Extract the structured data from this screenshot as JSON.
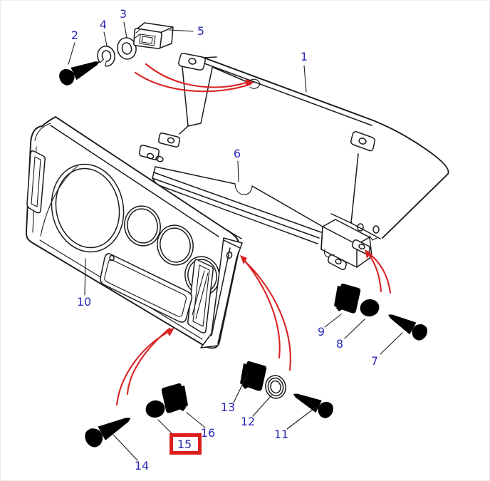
{
  "figure": {
    "type": "exploded-parts-diagram",
    "highlight": {
      "label": "15"
    }
  },
  "colors": {
    "label": "#2a2ab6",
    "ink": "#1a1a1a",
    "arrow": "#d92222",
    "highlight": "#dd1c1c",
    "paper": "#ffffff"
  },
  "labels": [
    "1",
    "2",
    "3",
    "4",
    "5",
    "6",
    "7",
    "8",
    "9",
    "10",
    "11",
    "12",
    "13",
    "14",
    "15",
    "16"
  ],
  "parts": {
    "1": "top-panel",
    "2": "screw",
    "3": "flat-washer",
    "4": "spring-washer",
    "5": "clip-nut",
    "6": "support-bracket",
    "7": "screw",
    "8": "star-washer",
    "9": "spring-clip",
    "10": "instrument-bezel",
    "11": "screw",
    "12": "cup-washer",
    "13": "spring-clip",
    "14": "screw",
    "15": "star-washer",
    "16": "spring-clip"
  }
}
